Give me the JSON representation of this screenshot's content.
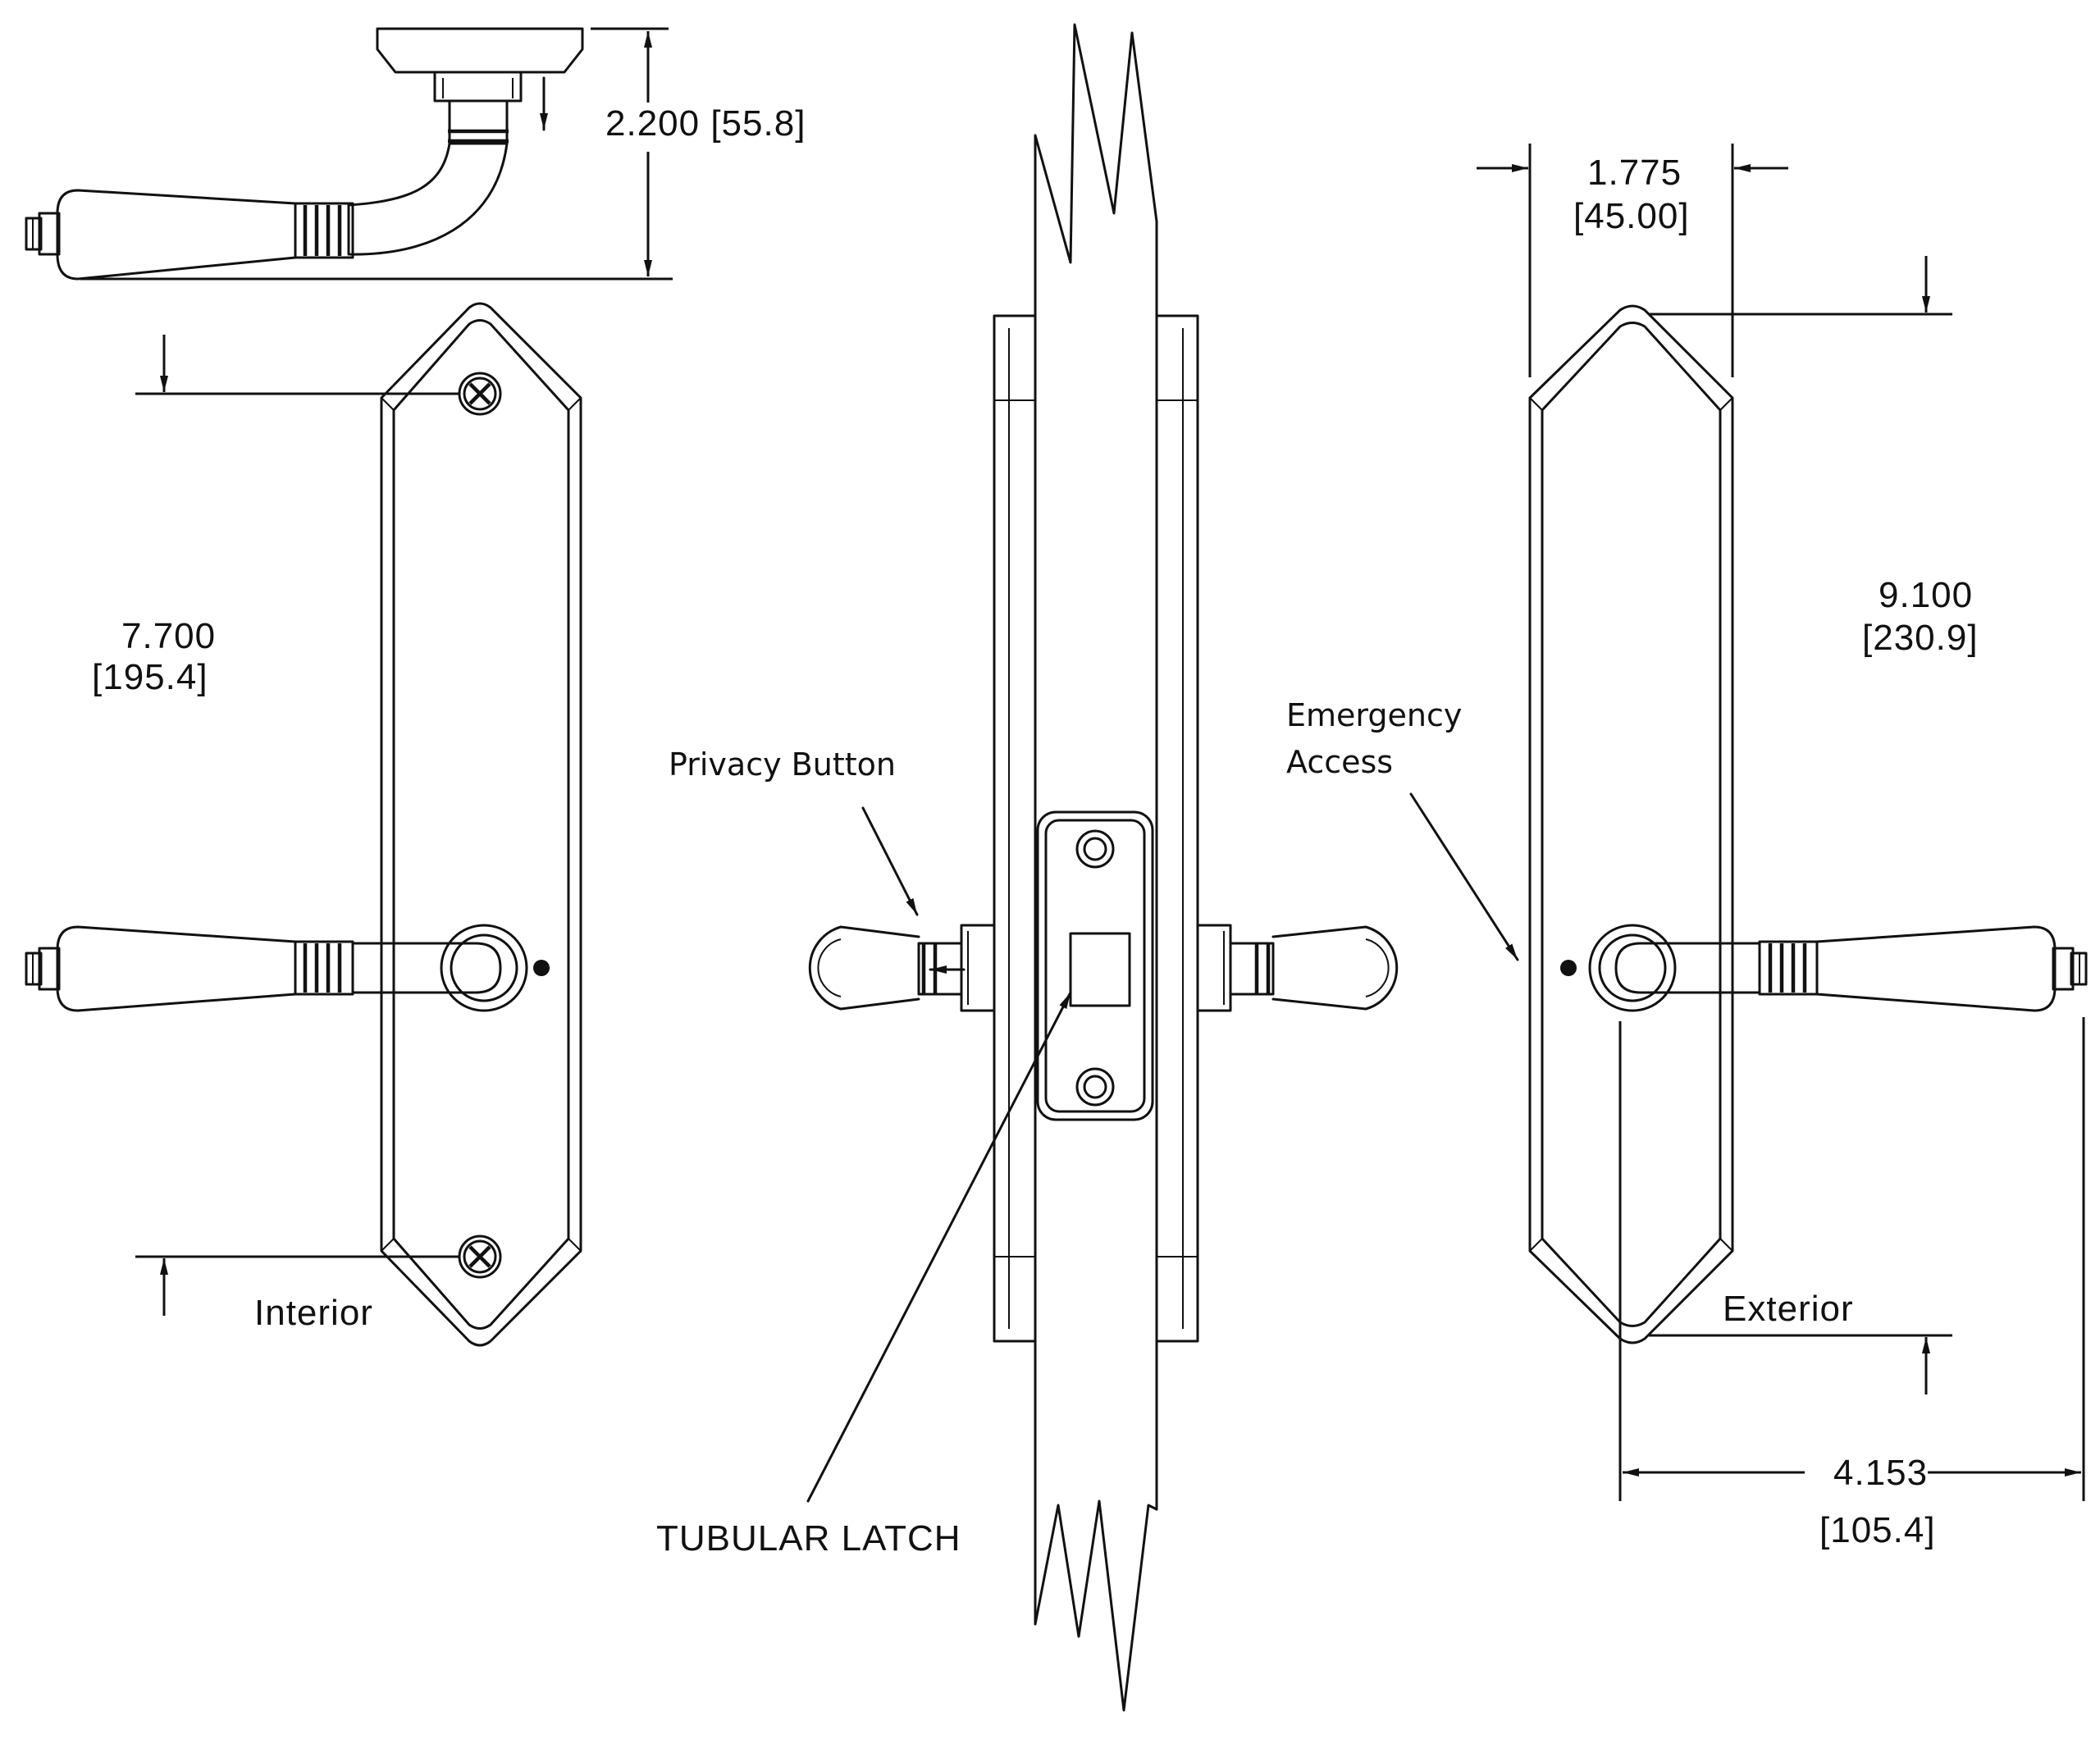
{
  "labels": {
    "privacy_button": "Privacy Button",
    "emergency_access_1": "Emergency",
    "emergency_access_2": "Access",
    "tubular_latch": "TUBULAR LATCH",
    "interior": "Interior",
    "exterior": "Exterior"
  },
  "dimensions": {
    "projection": "2.200 [55.8]",
    "plate_width_in": "1.775",
    "plate_width_mm": "[45.00]",
    "screw_spacing_in": "7.700",
    "screw_spacing_mm": "[195.4]",
    "plate_height_in": "9.100",
    "plate_height_mm": "[230.9]",
    "lever_length_in": "4.153",
    "lever_length_mm": "[105.4]"
  }
}
